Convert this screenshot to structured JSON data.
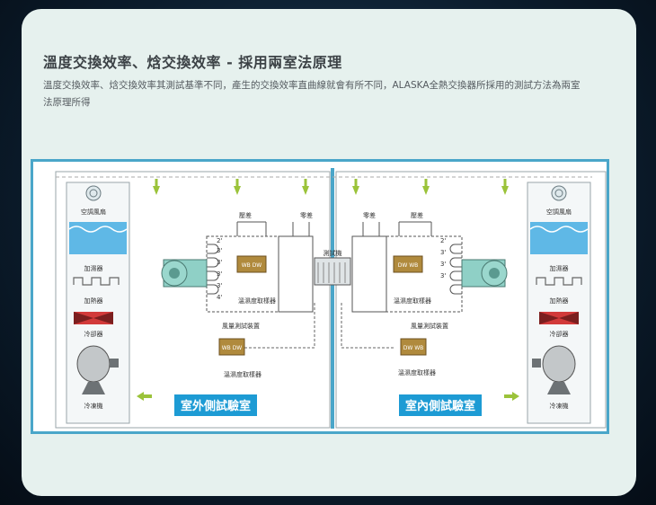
{
  "page": {
    "title": "溫度交換效率、焓交換效率 - 採用兩室法原理",
    "description": "溫度交換效率、焓交換效率其測試基準不同，產生的交換效率直曲線就會有所不同，ALASKA全熱交換器所採用的測試方法為兩室法原理所得"
  },
  "diagram": {
    "left": {
      "room_label": "室外側試驗室",
      "fan_label": "空調風扇",
      "humidifier_label": "加濕器",
      "heater_label": "加熱器",
      "cooler_label": "冷卻器",
      "chiller_label": "冷凍機",
      "pressure_diff_label": "壓差",
      "zero_diff_label": "零差",
      "airflow_device_label": "風量測試裝置",
      "sampler_label": "溫濕度取樣器",
      "sampler_label_2": "溫濕度取樣器",
      "wb_db": "WB DW",
      "wb_db_2": "WB DW",
      "ports": [
        "2'",
        "3'",
        "3'",
        "3'",
        "3'",
        "4'"
      ]
    },
    "center": {
      "test_unit_label": "測試機"
    },
    "right": {
      "room_label": "室內側試驗室",
      "fan_label": "空調風扇",
      "humidifier_label": "加濕器",
      "heater_label": "加熱器",
      "cooler_label": "冷卻器",
      "chiller_label": "冷凍機",
      "pressure_diff_label": "壓差",
      "zero_diff_label": "零差",
      "airflow_device_label": "風量測試裝置",
      "sampler_label": "溫濕度取樣器",
      "sampler_label_2": "溫濕度取樣器",
      "db_wb": "DW WB",
      "db_wb_2": "DW WB",
      "ports": [
        "2'",
        "3'",
        "3'",
        "3'"
      ]
    },
    "colors": {
      "frame": "#4aa6c9",
      "arrow": "#9bc33a",
      "room_label_bg": "#1d9bd4",
      "water": "#5fb8e6",
      "cooler": "#d23a3a"
    }
  }
}
